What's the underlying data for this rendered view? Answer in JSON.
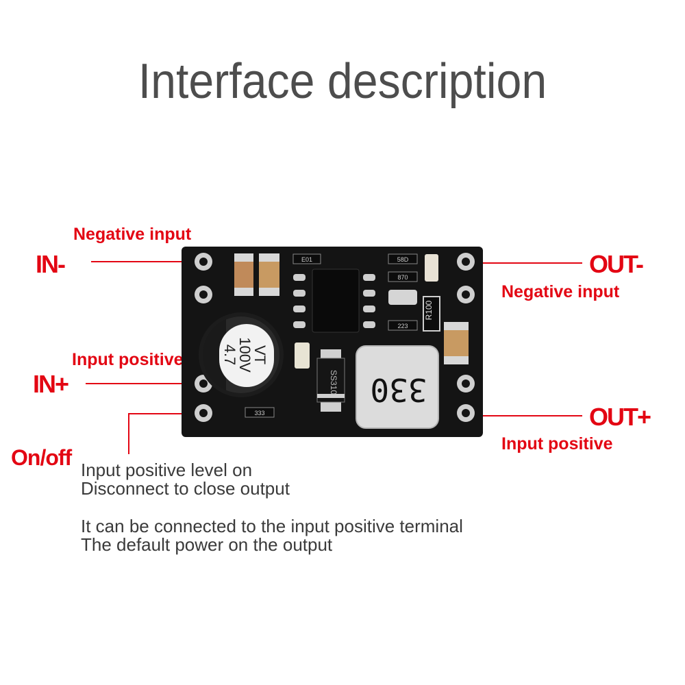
{
  "title": "Interface description",
  "pins": {
    "in_minus": {
      "label": "IN-",
      "desc": "Negative input"
    },
    "in_plus": {
      "label": "IN+",
      "desc": "Input positive"
    },
    "out_minus": {
      "label": "OUT-",
      "desc": "Negative input"
    },
    "out_plus": {
      "label": "OUT+",
      "desc": "Input positive"
    },
    "on_off": {
      "label": "On/off"
    }
  },
  "notes": {
    "line1": "Input positive level on",
    "line2": "Disconnect to close output",
    "line3": "It can be connected to the input positive terminal",
    "line4": "The default power on the output"
  },
  "board_markings": {
    "capacitor_top": "4.7",
    "capacitor_mid": "100V",
    "capacitor_bot": "VT",
    "inductor": "330",
    "diode": "SS310",
    "resistor": "R100",
    "e01": "E01",
    "r58d": "58D",
    "r870": "870",
    "r223": "223",
    "r333": "333"
  },
  "colors": {
    "accent": "#e30613",
    "title": "#4d4d4d",
    "board": "#111111"
  }
}
